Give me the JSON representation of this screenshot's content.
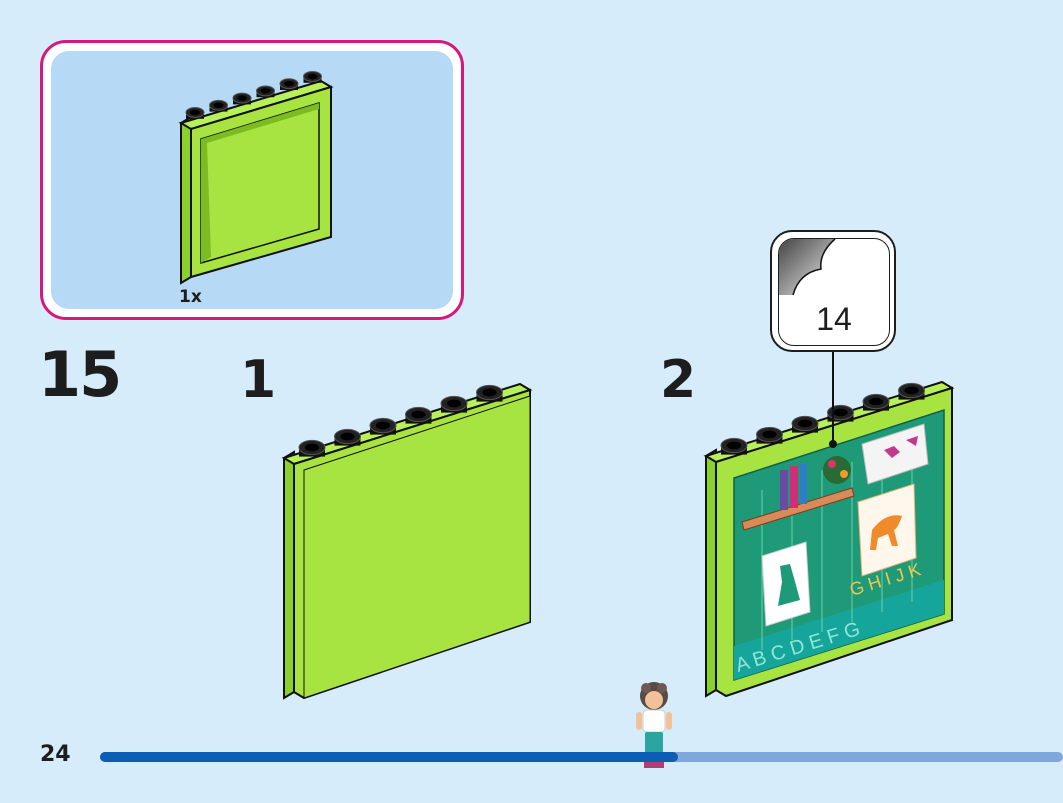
{
  "parts_box": {
    "quantity": "1x",
    "part": "lime-brick-panel-icon"
  },
  "step": {
    "number": "15"
  },
  "substeps": [
    {
      "number": "1"
    },
    {
      "number": "2"
    }
  ],
  "sticker": {
    "number": "14"
  },
  "sticker_alphabet": "ABCDEFGHIJK",
  "page": {
    "number": "24"
  },
  "progress": {
    "fraction": 0.6
  },
  "colors": {
    "background": "#d7ecfa",
    "parts_border": "#d4197a",
    "parts_fill": "#b6d9f6",
    "brick": "#a7e341",
    "progress_done": "#0b5eb3",
    "progress_todo": "#7fa7dc"
  }
}
